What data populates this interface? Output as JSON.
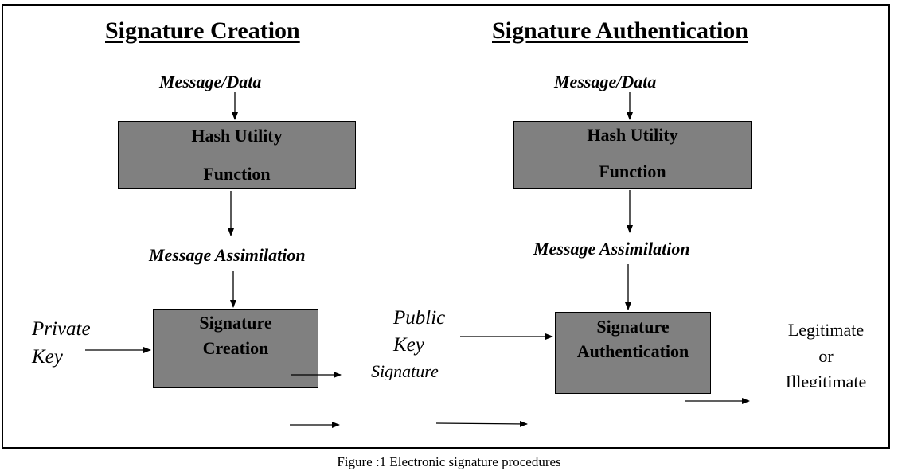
{
  "creation": {
    "heading": "Signature Creation",
    "input_label": "Message/Data",
    "hash_box": {
      "line1": "Hash Utility",
      "line2": "Function"
    },
    "assimilation_label": "Message Assimilation",
    "signature_box": {
      "line1": "Signature",
      "line2": "Creation"
    },
    "private_key": {
      "line1": "Private",
      "line2": "Key"
    }
  },
  "authentication": {
    "heading": "Signature Authentication",
    "input_label": "Message/Data",
    "hash_box": {
      "line1": "Hash Utility",
      "line2": "Function"
    },
    "assimilation_label": "Message Assimilation",
    "signature_box": {
      "line1": "Signature",
      "line2": "Authentication"
    },
    "public_key": {
      "line1": "Public",
      "line2": "Key"
    },
    "signature_label": "Signature",
    "result": {
      "line1": "Legitimate",
      "line2": "or",
      "line3": "Illegitimate"
    }
  },
  "caption": "Figure :1 Electronic signature procedures",
  "colors": {
    "box_fill": "#808080",
    "line": "#000000",
    "background": "#ffffff"
  }
}
